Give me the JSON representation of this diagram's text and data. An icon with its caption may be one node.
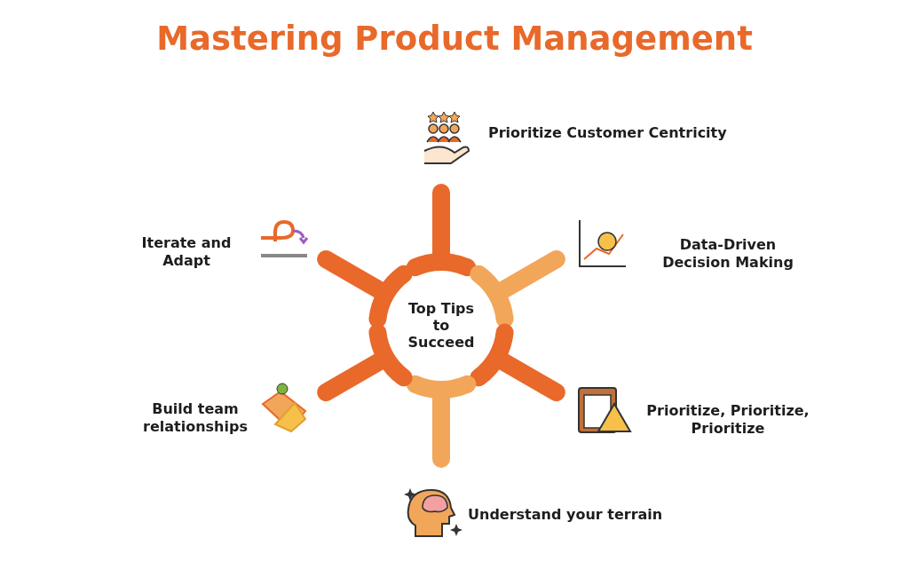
{
  "diagram": {
    "title": "Mastering Product Management",
    "nodes": [
      {
        "text": [
          "Top Tips to Succeed"
        ]
      },
      {
        "text": [
          "Prioritize Customer Centricity"
        ]
      },
      {
        "text": [
          "Data-Driven Decision Making"
        ]
      },
      {
        "text": [
          "Prioritize, Prioritize, Prioritize"
        ]
      },
      {
        "text": [
          "Understand your terrain"
        ]
      },
      {
        "text": [
          "Build team relationships"
        ]
      },
      {
        "text": [
          "Iterate and Adapt"
        ]
      }
    ]
  }
}
